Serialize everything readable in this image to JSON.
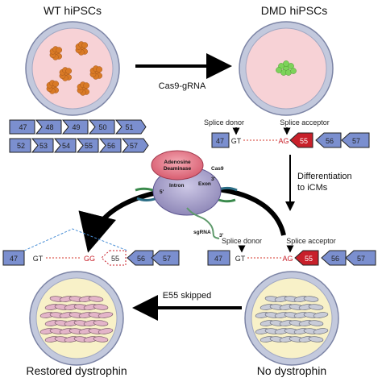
{
  "titles": {
    "wt": "WT hiPSCs",
    "dmd": "DMD hiPSCs",
    "restored": "Restored dystrophin",
    "none": "No dystrophin"
  },
  "arrows": {
    "cas9": "Cas9-gRNA",
    "diff_line1": "Differentiation",
    "diff_line2": "to iCMs",
    "skip": "E55 skipped"
  },
  "wt_exons_row1": [
    "47",
    "48",
    "49",
    "50",
    "51"
  ],
  "wt_exons_row2": [
    "52",
    "53",
    "54",
    "55",
    "56",
    "57"
  ],
  "splice": {
    "donor": "Splice donor",
    "acceptor": "Splice acceptor",
    "gt": "GT",
    "ag": "AG",
    "gg": "GG"
  },
  "dmd_exons": {
    "left": "47",
    "mutant": "55",
    "r1": "56",
    "r2": "57"
  },
  "edited_exons": {
    "left": "47",
    "skipped": "55",
    "r1": "56",
    "r2": "57"
  },
  "editor": {
    "deaminase_line1": "Adenosine",
    "deaminase_line2": "Deaminase",
    "cas9": "Cas9",
    "intron": "Intron",
    "exon": "Exon",
    "three_prime": "3'",
    "five_prime": "5'",
    "sgrna": "sgRNA"
  },
  "colors": {
    "exon_fill": "#7b8fcf",
    "mutant_red": "#c8202a",
    "dish_rim": "#c3c9dd",
    "dish_pink": "#f7d2d6",
    "dish_yellow": "#f8f1c8",
    "cell_orange": "#d97a26",
    "cell_green": "#7dd35a"
  }
}
